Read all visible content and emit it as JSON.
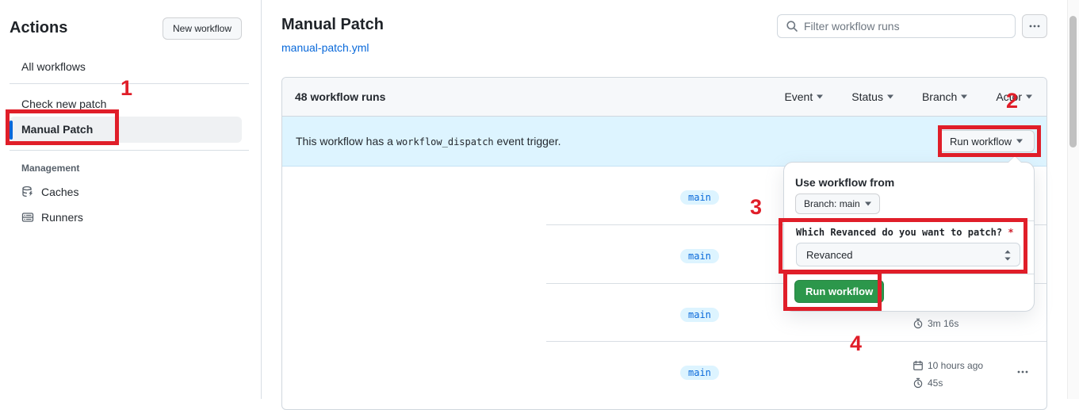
{
  "sidebar": {
    "title": "Actions",
    "new_workflow_button": "New workflow",
    "items": [
      {
        "label": "All workflows"
      },
      {
        "label": "Check new patch"
      },
      {
        "label": "Manual Patch",
        "selected": true
      }
    ],
    "management_heading": "Management",
    "management_items": [
      {
        "label": "Caches",
        "icon": "cache-database-icon"
      },
      {
        "label": "Runners",
        "icon": "runners-icon"
      }
    ]
  },
  "main": {
    "title": "Manual Patch",
    "workflow_file": "manual-patch.yml",
    "search_placeholder": "Filter workflow runs"
  },
  "table": {
    "count_label": "48 workflow runs",
    "filters": [
      {
        "label": "Event"
      },
      {
        "label": "Status"
      },
      {
        "label": "Branch"
      },
      {
        "label": "Actor"
      }
    ]
  },
  "banner": {
    "text_before": "This workflow has a",
    "code": "workflow_dispatch",
    "text_after": "event trigger.",
    "run_workflow_button": "Run workflow"
  },
  "popup": {
    "heading": "Use workflow from",
    "branch_button": "Branch: main",
    "input_label": "Which Revanced do you want to patch?",
    "required_mark": "*",
    "select_value": "Revanced",
    "run_button": "Run workflow"
  },
  "runs": {
    "rows": [
      {
        "branch": "main"
      },
      {
        "branch": "main"
      },
      {
        "branch": "main",
        "duration": "3m 16s"
      },
      {
        "branch": "main",
        "time": "10 hours ago",
        "duration": "45s"
      }
    ]
  },
  "annotations": {
    "step1": "1",
    "step2": "2",
    "step3": "3",
    "step4": "4"
  },
  "colors": {
    "annotation_red": "#e01e29",
    "link_blue": "#0969da",
    "banner_blue": "#ddf4ff",
    "success_green": "#2c974b",
    "selected_accent_blue": "#0969da",
    "top_bar_orange": "#f0766b"
  }
}
